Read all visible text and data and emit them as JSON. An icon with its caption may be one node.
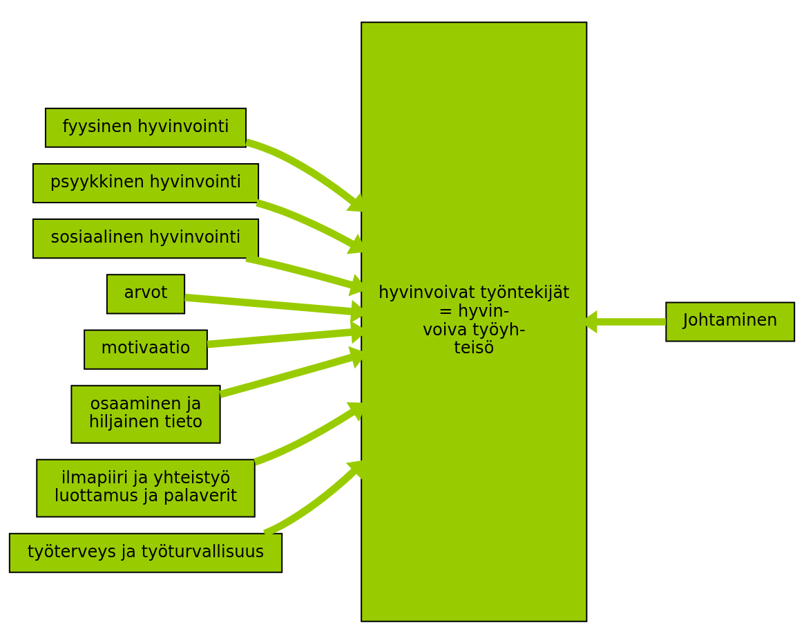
{
  "diagram": {
    "nodes": [
      {
        "text": [
          "fyysinen hyvinvointi"
        ]
      },
      {
        "text": [
          "psyykkinen hyvinvointi"
        ]
      },
      {
        "text": [
          "sosiaalinen hyvinvointi"
        ]
      },
      {
        "text": [
          "arvot"
        ]
      },
      {
        "text": [
          "motivaatio"
        ]
      },
      {
        "text": [
          "osaaminen ja hiljainen tieto"
        ]
      },
      {
        "text": [
          "ilmapiiri ja yhteistyö luottamus ja palaverit"
        ]
      },
      {
        "text": [
          "työterveys ja työturvallisuus"
        ]
      },
      {
        "text": [
          "hyvinvoivat työntekijät = hyvin- voiva työyh- teisö"
        ]
      },
      {
        "text": [
          "Johtaminen"
        ]
      }
    ],
    "edges": [
      {
        "from": 0,
        "to": 8,
        "arrow": "to"
      },
      {
        "from": 1,
        "to": 8,
        "arrow": "to"
      },
      {
        "from": 2,
        "to": 8,
        "arrow": "to"
      },
      {
        "from": 3,
        "to": 8,
        "arrow": "to"
      },
      {
        "from": 4,
        "to": 8,
        "arrow": "to"
      },
      {
        "from": 5,
        "to": 8,
        "arrow": "to"
      },
      {
        "from": 6,
        "to": 8,
        "arrow": "to"
      },
      {
        "from": 7,
        "to": 8,
        "arrow": "to"
      },
      {
        "from": 9,
        "to": 8,
        "arrow": "to"
      }
    ]
  }
}
